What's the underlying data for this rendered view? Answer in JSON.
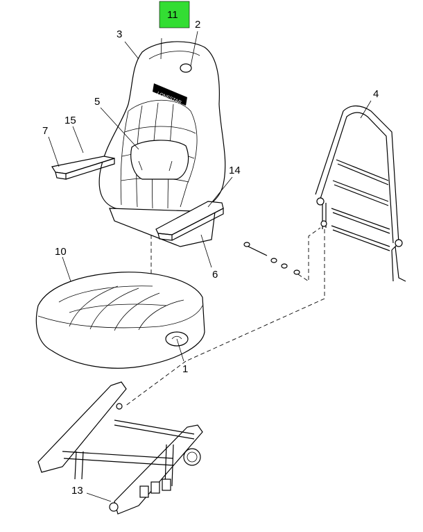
{
  "callouts": [
    {
      "id": "11",
      "label": "11",
      "highlighted": true
    },
    {
      "id": "2",
      "label": "2"
    },
    {
      "id": "3",
      "label": "3"
    },
    {
      "id": "4",
      "label": "4"
    },
    {
      "id": "5",
      "label": "5"
    },
    {
      "id": "15",
      "label": "15"
    },
    {
      "id": "7",
      "label": "7"
    },
    {
      "id": "14",
      "label": "14"
    },
    {
      "id": "6",
      "label": "6"
    },
    {
      "id": "10",
      "label": "10"
    },
    {
      "id": "1",
      "label": "1"
    },
    {
      "id": "13",
      "label": "13"
    }
  ],
  "highlight_color": "#33dd33",
  "logo_text": "LONESTAR"
}
